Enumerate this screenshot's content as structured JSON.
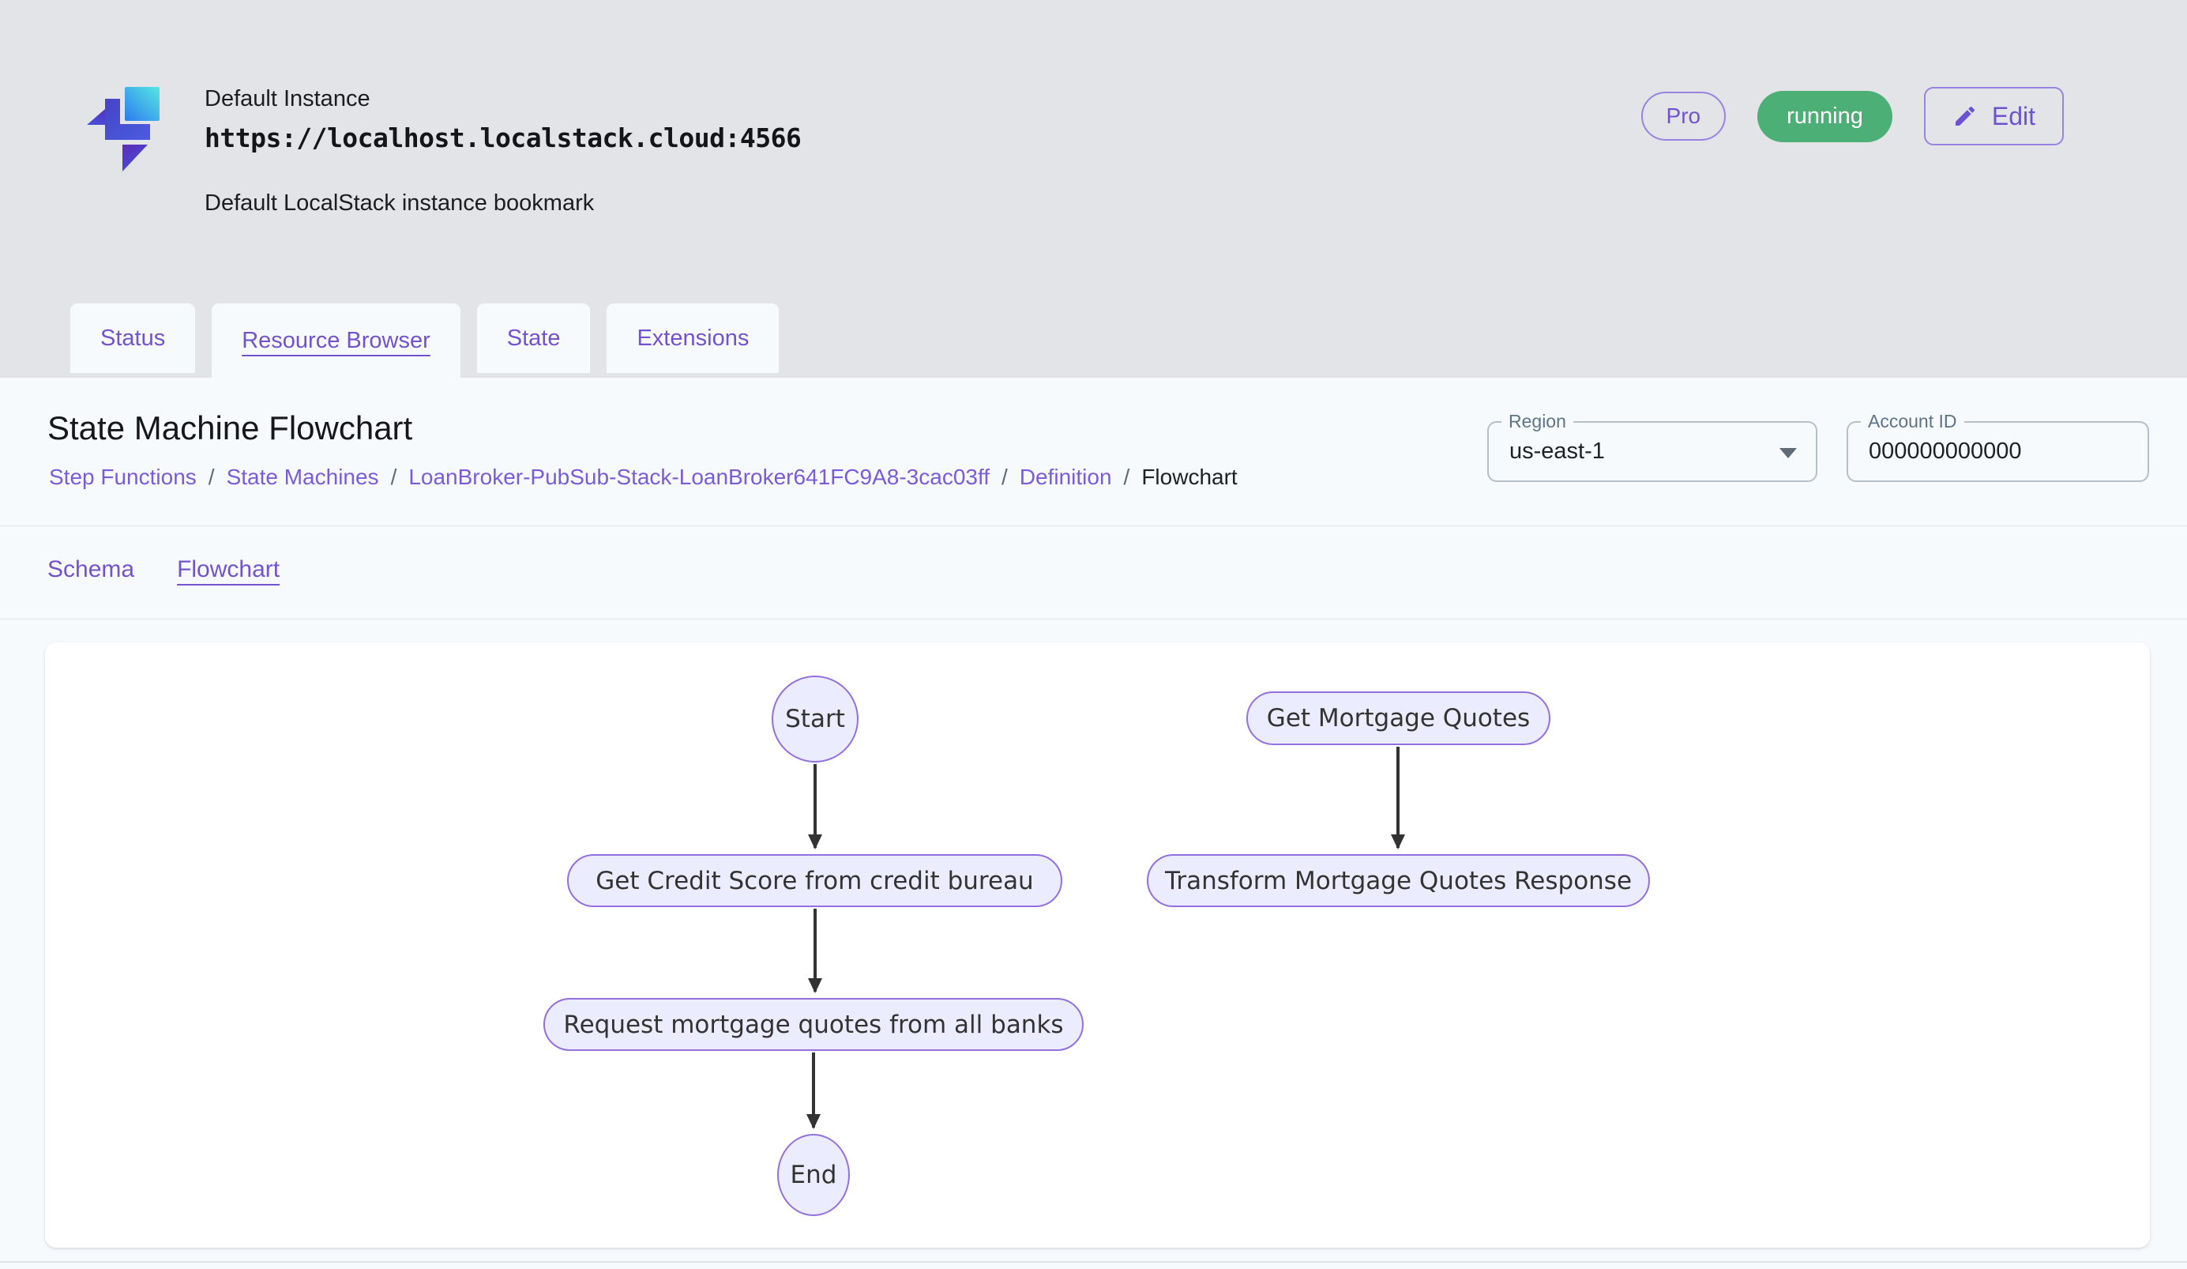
{
  "instance": {
    "name": "Default Instance",
    "url": "https://localhost.localstack.cloud:4566",
    "description": "Default LocalStack instance bookmark",
    "plan_badge": "Pro",
    "status_badge": "running",
    "edit_button": "Edit"
  },
  "tabs": {
    "items": [
      {
        "label": "Status",
        "active": false
      },
      {
        "label": "Resource Browser",
        "active": true
      },
      {
        "label": "State",
        "active": false
      },
      {
        "label": "Extensions",
        "active": false
      }
    ]
  },
  "page": {
    "title": "State Machine Flowchart",
    "breadcrumb": {
      "separator": "/",
      "items": [
        "Step Functions",
        "State Machines",
        "LoanBroker-PubSub-Stack-LoanBroker641FC9A8-3cac03ff",
        "Definition",
        "Flowchart"
      ]
    },
    "region": {
      "label": "Region",
      "value": "us-east-1"
    },
    "account": {
      "label": "Account ID",
      "value": "000000000000"
    },
    "subtabs": {
      "items": [
        {
          "label": "Schema",
          "active": false
        },
        {
          "label": "Flowchart",
          "active": true
        }
      ]
    }
  },
  "flowchart": {
    "nodes": [
      {
        "id": "start",
        "label": "Start",
        "shape": "ellipse"
      },
      {
        "id": "get-credit-score",
        "label": "Get Credit Score from credit bureau",
        "shape": "stadium"
      },
      {
        "id": "request-quotes",
        "label": "Request mortgage quotes from all banks",
        "shape": "stadium"
      },
      {
        "id": "end",
        "label": "End",
        "shape": "ellipse"
      },
      {
        "id": "get-mortgage-quotes",
        "label": "Get Mortgage Quotes",
        "shape": "stadium"
      },
      {
        "id": "transform-response",
        "label": "Transform Mortgage Quotes Response",
        "shape": "stadium"
      }
    ],
    "edges": [
      {
        "from": "start",
        "to": "get-credit-score"
      },
      {
        "from": "get-credit-score",
        "to": "request-quotes"
      },
      {
        "from": "request-quotes",
        "to": "end"
      },
      {
        "from": "get-mortgage-quotes",
        "to": "transform-response"
      }
    ]
  },
  "icons": {
    "edit": "pencil-icon",
    "region_dropdown": "caret-down-icon",
    "logo": "localstack-logo"
  },
  "colors": {
    "accent_purple": "#7352ce",
    "status_green": "#4cb076",
    "node_fill": "#ececff",
    "node_border": "#9370db",
    "arrow": "#333333",
    "header_bg": "#e2e4e8",
    "content_bg": "#f7fafc"
  }
}
